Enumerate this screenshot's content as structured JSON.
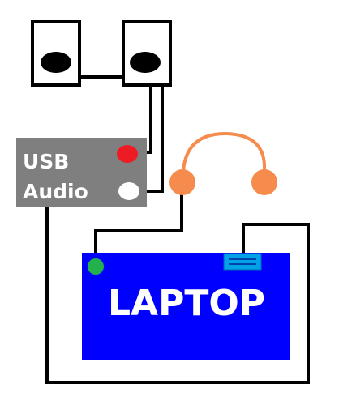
{
  "usb_audio": {
    "line1": "USB",
    "line2": "Audio",
    "box_color": "#7f7f7f",
    "red_jack_color": "#ed1c24",
    "white_jack_color": "#ffffff"
  },
  "laptop": {
    "label": "LAPTOP",
    "body_color": "#0000ff",
    "mic_jack_color": "#22b14c",
    "usb_port_color": "#00a2e8"
  },
  "headphones": {
    "color": "#f58b4c"
  },
  "speakers": {
    "count": 2,
    "cone_color": "#000000"
  },
  "cables": {
    "color": "#000000"
  }
}
